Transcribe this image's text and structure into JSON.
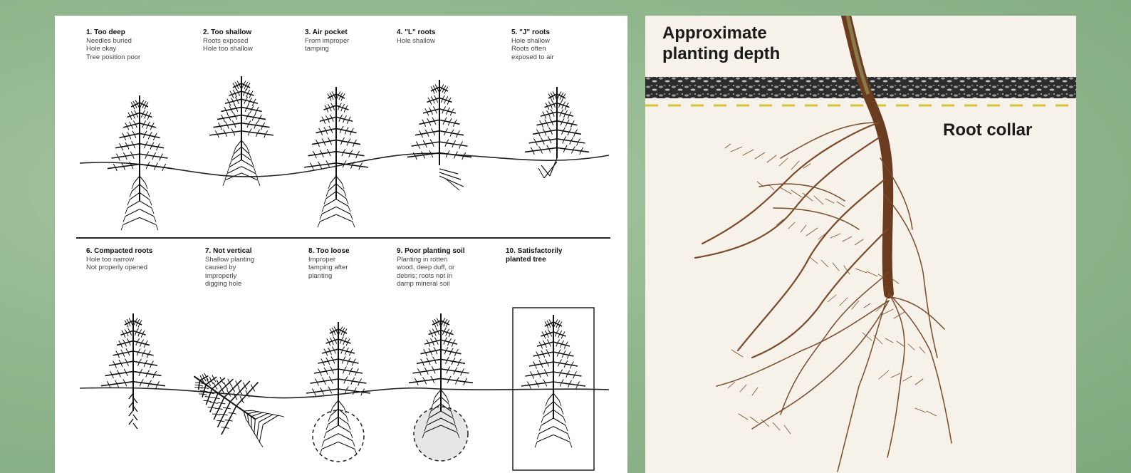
{
  "left_panel": {
    "items": [
      {
        "title": "1. Too deep",
        "desc": "Needles buried\nHole okay\nTree position poor"
      },
      {
        "title": "2. Too shallow",
        "desc": "Roots exposed\nHole too shallow"
      },
      {
        "title": "3. Air pocket",
        "desc": "From improper\ntamping"
      },
      {
        "title": "4. \"L\" roots",
        "desc": "Hole shallow"
      },
      {
        "title": "5. \"J\" roots",
        "desc": "Hole shallow\nRoots often\nexposed to air"
      },
      {
        "title": "6. Compacted roots",
        "desc": "Hole too narrow\nNot properly opened"
      },
      {
        "title": "7. Not vertical",
        "desc": "Shallow planting\ncaused by\nimproperly\ndigging hole"
      },
      {
        "title": "8. Too loose",
        "desc": "Improper\ntamping after\nplanting"
      },
      {
        "title": "9. Poor planting soil",
        "desc": "Planting in rotten\nwood, deep duff, or\ndebris; roots not in\ndamp mineral soil"
      },
      {
        "title": "10. Satisfactorily\nplanted tree",
        "desc": ""
      }
    ]
  },
  "right_panel": {
    "depth_label": "Approximate\nplanting depth",
    "collar_label": "Root collar"
  },
  "colors": {
    "background": "#93b88f",
    "stem": "#6b3b1f",
    "roots": "#7a4a2a",
    "dashed_line": "#d8c23a"
  }
}
